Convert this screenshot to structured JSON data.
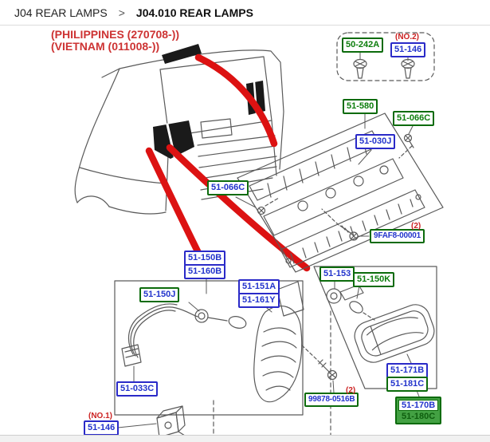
{
  "header": {
    "breadcrumb": [
      {
        "label": "J04 REAR LAMPS"
      },
      {
        "label": "J04.010 REAR LAMPS"
      }
    ],
    "separator": ">",
    "icons": {
      "compress": "compress-icon",
      "list": "list-view-icon"
    }
  },
  "production_notes": {
    "line1": "(PHILIPPINES (270708-))",
    "line2": "(VIETNAM (011008-))"
  },
  "colors": {
    "part_link_blue": "#2233cc",
    "part_border_blue": "#2a2ac8",
    "part_green": "#0b7d0b",
    "part_border_green": "#0c6b0c",
    "highlight_green_bg": "#43a143",
    "annotation_red": "#cc2222",
    "callout_arrow_red": "#dc1212"
  },
  "parts": [
    {
      "text": "50-242A"
    },
    {
      "text": "51-146",
      "note": "(NO.2)"
    },
    {
      "text": "51-580"
    },
    {
      "text": "51-066C"
    },
    {
      "text": "51-030J"
    },
    {
      "text": "51-066C"
    },
    {
      "text": "9FAF8-00001",
      "note": "(2)"
    },
    {
      "text": "51-150B"
    },
    {
      "text": "51-160B"
    },
    {
      "text": "51-151A"
    },
    {
      "text": "51-161Y"
    },
    {
      "text": "51-150J"
    },
    {
      "text": "51-153"
    },
    {
      "text": "51-150K"
    },
    {
      "text": "51-033C"
    },
    {
      "text": "99878-0516B",
      "note": "(2)"
    },
    {
      "text": "51-171B"
    },
    {
      "text": "51-181C"
    },
    {
      "text": "51-170B"
    },
    {
      "text": "51-180C"
    },
    {
      "text": "51-146",
      "note": "(NO.1)"
    }
  ]
}
